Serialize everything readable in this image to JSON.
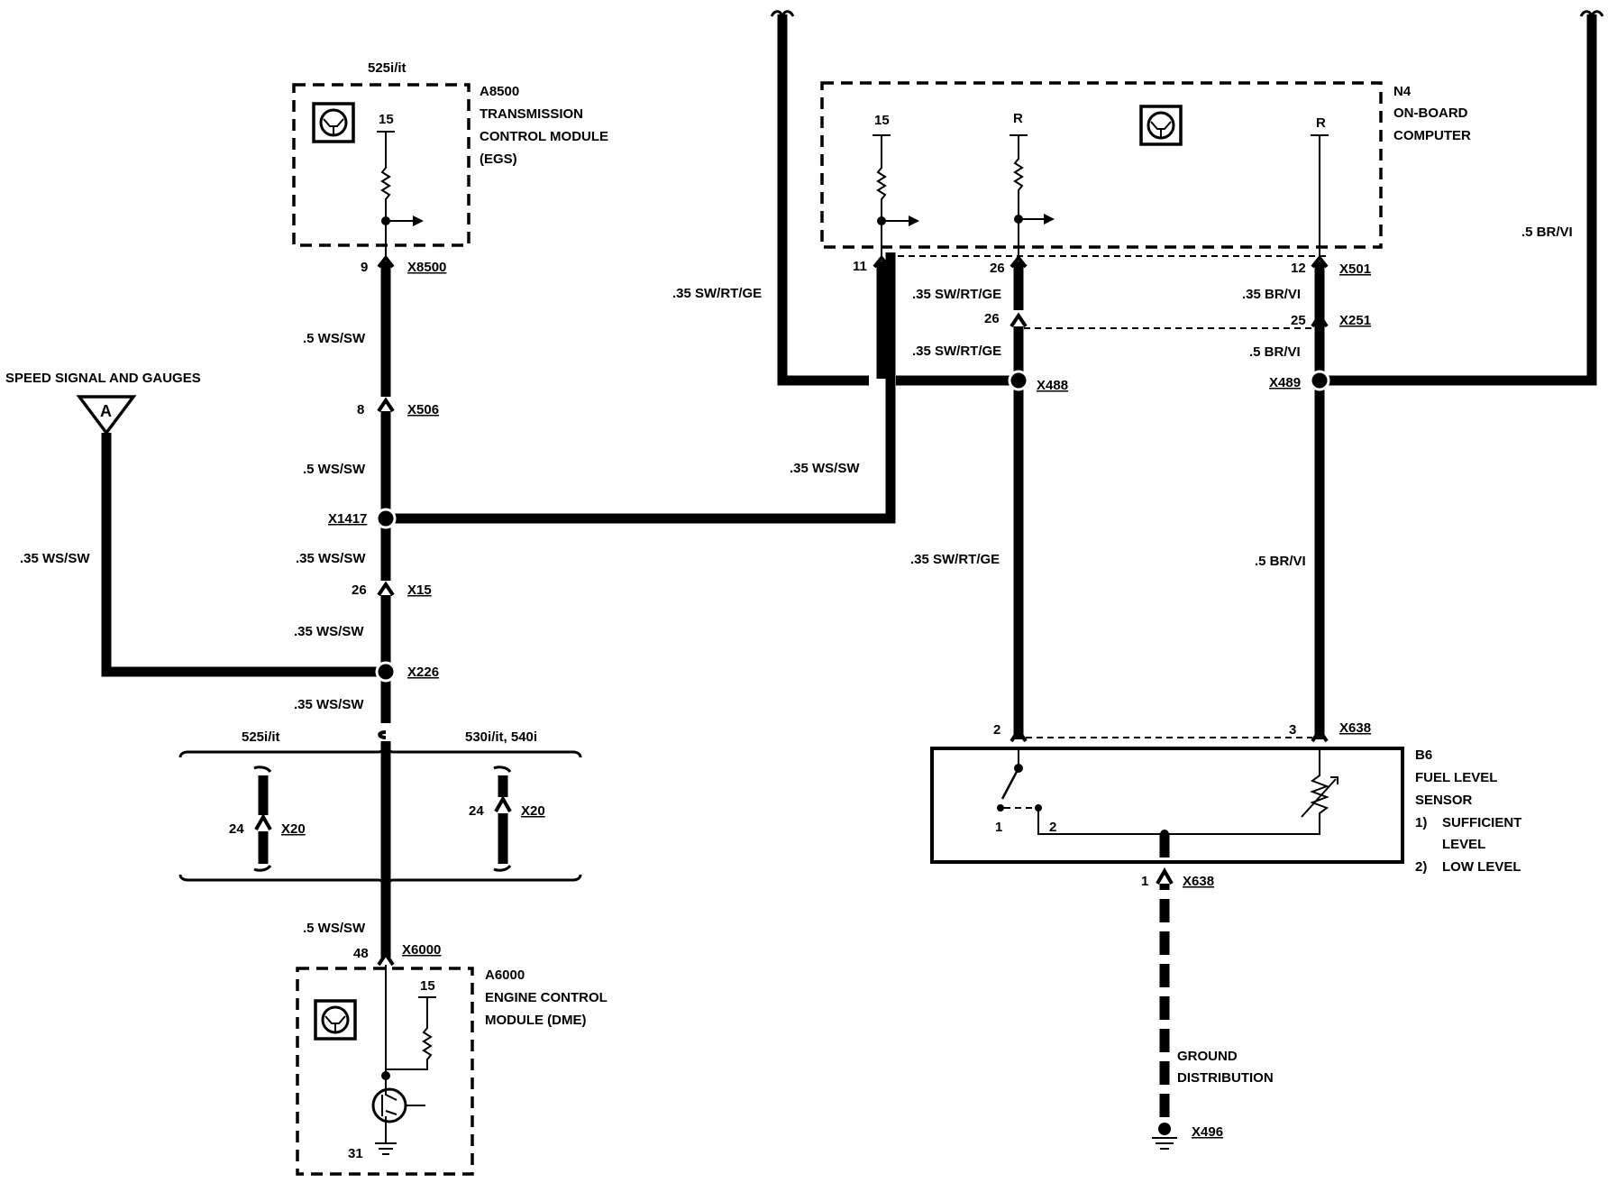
{
  "modules": {
    "egs": {
      "variant": "525i/it",
      "code": "A8500",
      "name1": "TRANSMISSION",
      "name2": "CONTROL MODULE",
      "name3": "(EGS)",
      "pin": "15"
    },
    "obc": {
      "code": "N4",
      "name1": "ON-BOARD",
      "name2": "COMPUTER",
      "pin15": "15",
      "pinR1": "R",
      "pinR2": "R"
    },
    "dme": {
      "code": "A6000",
      "name1": "ENGINE CONTROL",
      "name2": "MODULE (DME)",
      "pin15": "15",
      "pin31": "31"
    },
    "fuel": {
      "code": "B6",
      "name1": "FUEL LEVEL",
      "name2": "SENSOR",
      "note1_num": "1)",
      "note1_a": "SUFFICIENT",
      "note1_b": "LEVEL",
      "note2_num": "2)",
      "note2": "LOW LEVEL",
      "contact1": "1",
      "contact2": "2"
    }
  },
  "connectors": {
    "x8500": {
      "name": "X8500",
      "pin": "9"
    },
    "x506": {
      "name": "X506",
      "pin": "8"
    },
    "x1417": {
      "name": "X1417"
    },
    "x15": {
      "name": "X15",
      "pin": "26"
    },
    "x226": {
      "name": "X226"
    },
    "x20a": {
      "name": "X20",
      "pin": "24"
    },
    "x20b": {
      "name": "X20",
      "pin": "24"
    },
    "x6000": {
      "name": "X6000",
      "pin": "48"
    },
    "x501": {
      "name": "X501",
      "pin11": "11",
      "pin26": "26",
      "pin12": "12"
    },
    "x251": {
      "name": "X251",
      "pin26": "26",
      "pin25": "25"
    },
    "x488": {
      "name": "X488"
    },
    "x489": {
      "name": "X489"
    },
    "x638top": {
      "name": "X638",
      "pin2": "2",
      "pin3": "3"
    },
    "x638bot": {
      "name": "X638",
      "pin": "1"
    },
    "x496": {
      "name": "X496"
    }
  },
  "wires": {
    "egs_to_x506": ".5 WS/SW",
    "x506_to_x1417": ".5 WS/SW",
    "x1417_to_x15": ".35 WS/SW",
    "x15_to_x226": ".35 WS/SW",
    "x226_down": ".35 WS/SW",
    "speed_branch": ".35 WS/SW",
    "x1417_to_obc": ".35 WS/SW",
    "obc11": ".35 SW/RT/GE",
    "obc26_a": ".35 SW/RT/GE",
    "obc26_b": ".35 SW/RT/GE",
    "x488_down": ".35 SW/RT/GE",
    "obc12": ".35 BR/VI",
    "x251_down": ".5 BR/VI",
    "x489_down": ".5 BR/VI",
    "right_edge": ".5 BR/VI",
    "dme_in": ".5 WS/SW"
  },
  "variants": {
    "left": "525i/it",
    "right": "530i/it, 540i"
  },
  "speed_signal": {
    "label": "SPEED SIGNAL AND GAUGES",
    "letter": "A"
  },
  "ground": {
    "line1": "GROUND",
    "line2": "DISTRIBUTION"
  }
}
